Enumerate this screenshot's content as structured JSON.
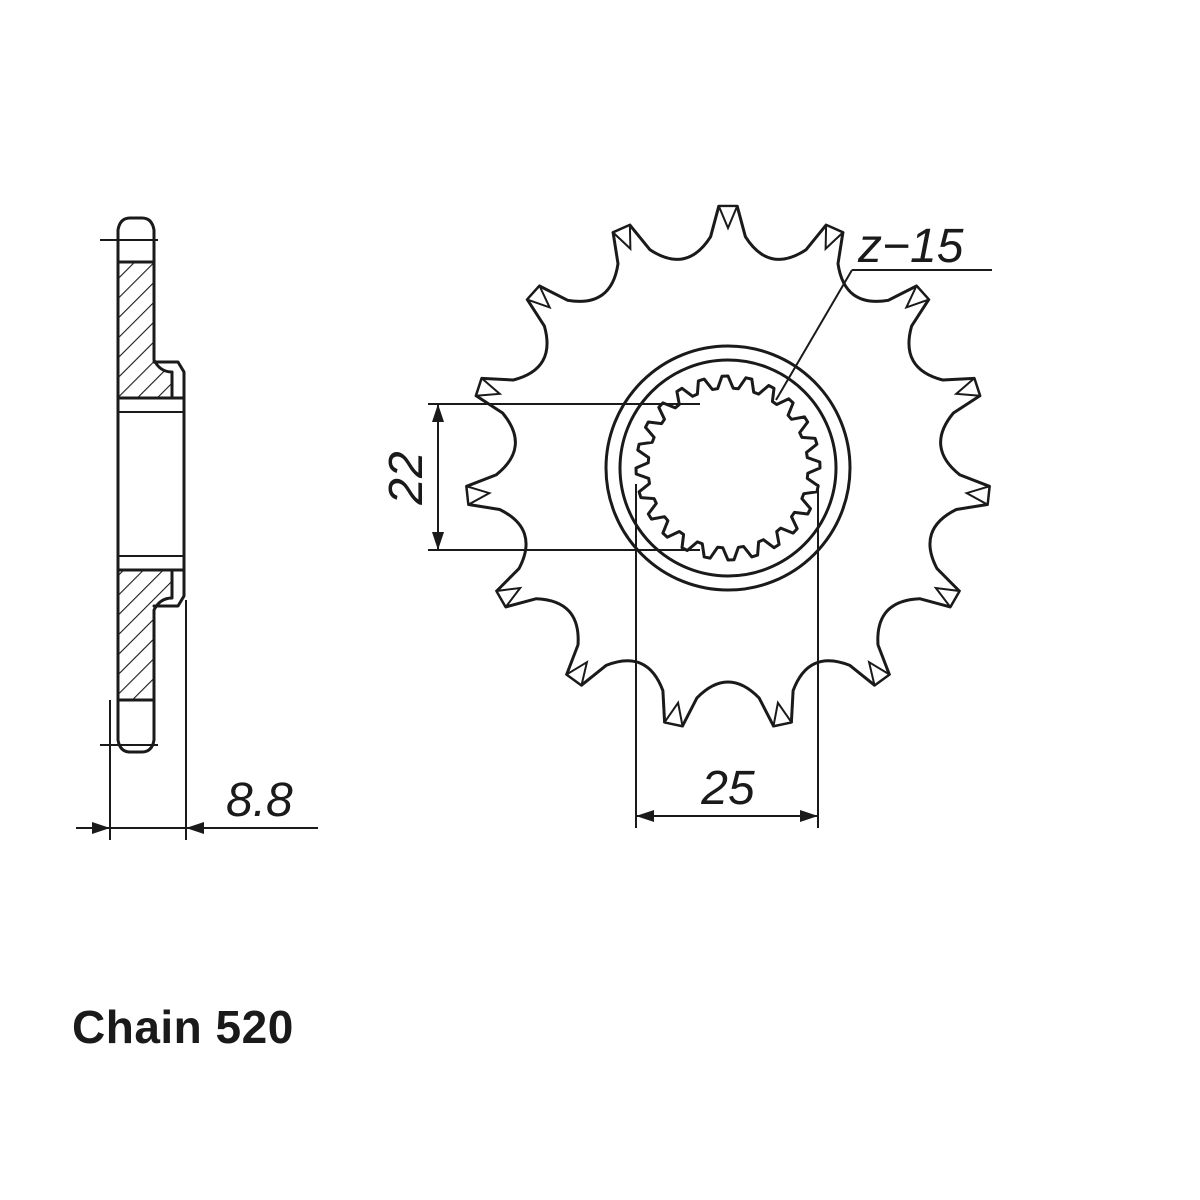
{
  "dimensions": {
    "width_label": "8.8",
    "inner_diameter_label": "22",
    "outer_diameter_label": "25",
    "teeth_label": "z−15"
  },
  "caption": {
    "chain_label": "Chain 520"
  },
  "sprocket": {
    "teeth": 15,
    "spline_teeth": 24
  }
}
